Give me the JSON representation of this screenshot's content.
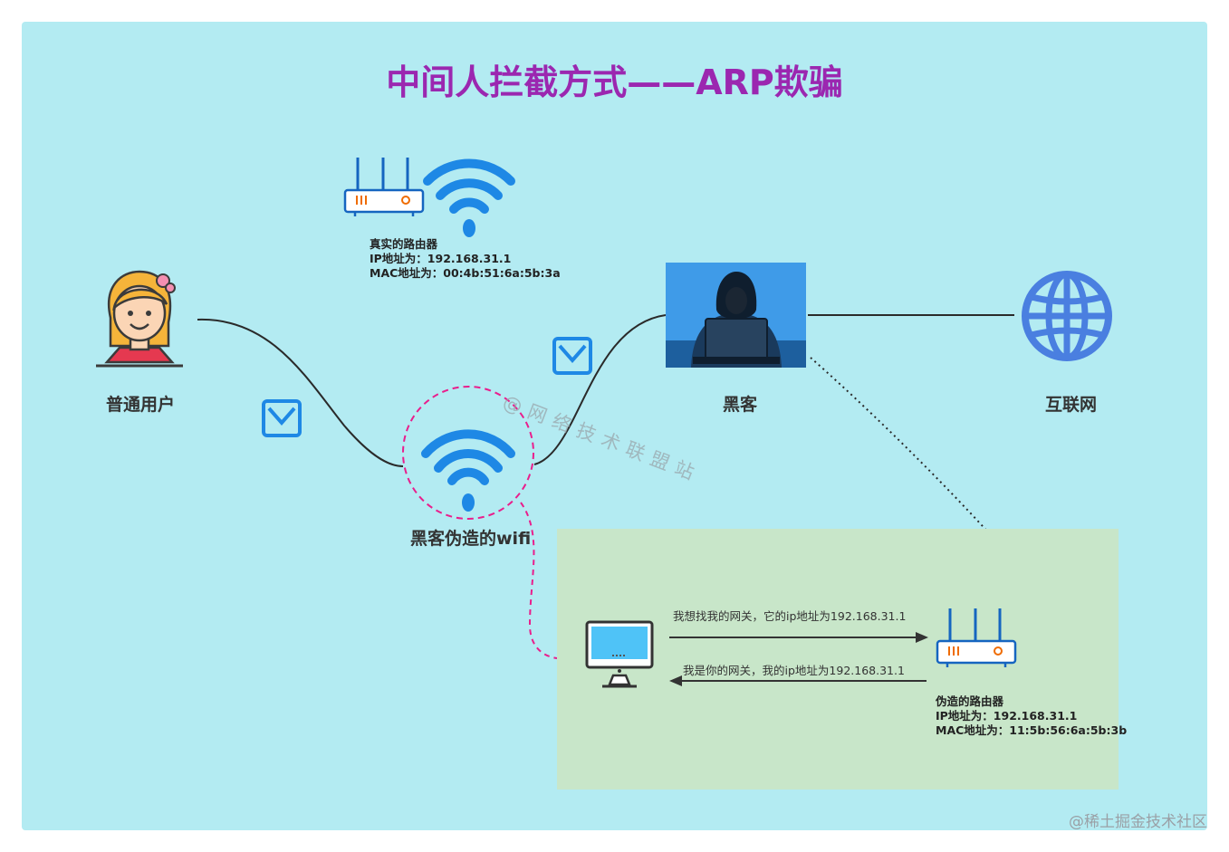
{
  "title": "中间人拦截方式——ARP欺骗",
  "nodes": {
    "user": "普通用户",
    "hacker": "黑客",
    "internet": "互联网",
    "fake_wifi": "黑客伪造的wifi"
  },
  "real_router": {
    "name": "真实的路由器",
    "ip": "IP地址为：192.168.31.1",
    "mac": "MAC地址为：00:4b:51:6a:5b:3a"
  },
  "fake_router": {
    "name": "伪造的路由器",
    "ip": "IP地址为：192.168.31.1",
    "mac": "MAC地址为：11:5b:56:6a:5b:3b"
  },
  "messages": {
    "request": "我想找我的网关，它的ip地址为192.168.31.1",
    "reply": "我是你的网关，我的ip地址为192.168.31.1"
  },
  "watermark": "@网络技术联盟站",
  "credit": "@稀土掘金技术社区",
  "colors": {
    "title": "#9b27b0",
    "background": "#b3ebf2",
    "wifi": "#1e88e5",
    "dashed_circle": "#e91e8c",
    "globe": "#4a7fe0"
  }
}
